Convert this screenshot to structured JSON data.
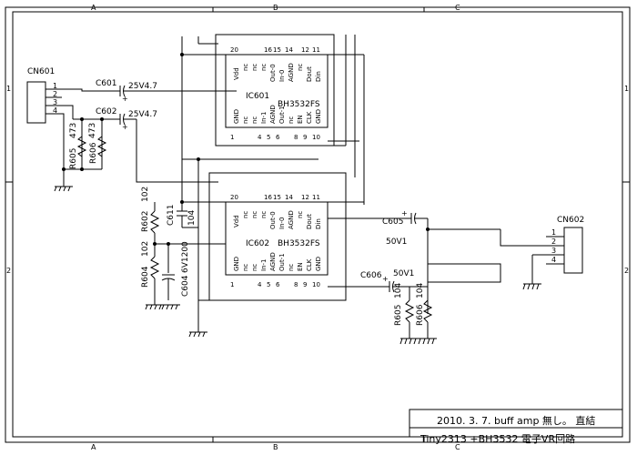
{
  "grid": {
    "columns": [
      "A",
      "B",
      "C"
    ],
    "rows": [
      "1",
      "2"
    ]
  },
  "title_block": {
    "line1": "2010. 3. 7.   buff amp 無し。 直結",
    "line2": "Tiny2313 +BH3532 電子VR回路"
  },
  "connectors": {
    "cn601": {
      "ref": "CN601",
      "pins": [
        "1",
        "2",
        "3",
        "4"
      ]
    },
    "cn602": {
      "ref": "CN602",
      "pins": [
        "1",
        "2",
        "3",
        "4"
      ]
    }
  },
  "ics": {
    "ic601": {
      "ref": "IC601",
      "part": "BH3532FS"
    },
    "ic602": {
      "ref": "IC602",
      "part": "BH3532FS"
    },
    "pins_top": [
      "Vdd",
      "nc",
      "nc",
      "nc",
      "Out-0",
      "In-0",
      "AGND",
      "nc",
      "Dout",
      "Din"
    ],
    "pins_bottom": [
      "GND",
      "nc",
      "nc",
      "In-1",
      "AGND",
      "Out-1",
      "nc",
      "EN",
      "CLK",
      "GND"
    ],
    "pin_numbers": [
      "20",
      "16",
      "15",
      "14",
      "12",
      "11",
      "1",
      "4",
      "5",
      "6",
      "8",
      "9",
      "10"
    ]
  },
  "components": {
    "c601": {
      "ref": "C601",
      "value": "25V4.7"
    },
    "c602": {
      "ref": "C602",
      "value": "25V4.7"
    },
    "c605": {
      "ref": "C605",
      "value": "50V1"
    },
    "c606": {
      "ref": "C606",
      "value": "50V1"
    },
    "c611": {
      "ref": "C611",
      "value": "104"
    },
    "c604": {
      "ref": "C604",
      "value": "6V1200"
    },
    "r602": {
      "ref": "R602",
      "value": "102"
    },
    "r604": {
      "ref": "R604",
      "value": "102"
    },
    "r605a": {
      "ref": "R605",
      "value": "473"
    },
    "r606a": {
      "ref": "R606",
      "value": "473"
    },
    "r605b": {
      "ref": "R605",
      "value": "104"
    },
    "r606b": {
      "ref": "R606",
      "value": "104"
    }
  },
  "markers": {
    "plus": "+"
  }
}
